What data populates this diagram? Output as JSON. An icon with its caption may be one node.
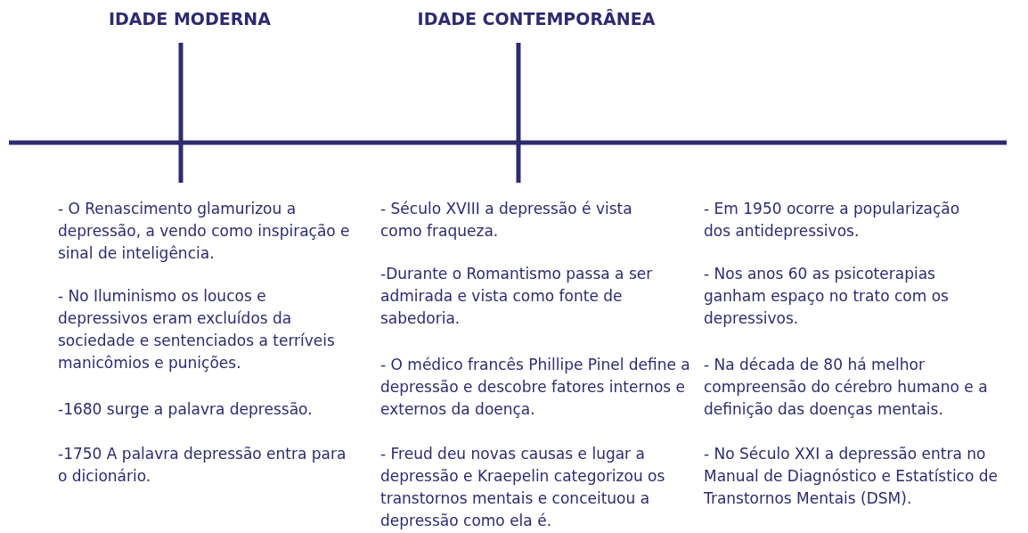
{
  "diagram": {
    "labels": [
      "IDADE MODERNA",
      "IDADE CONTEMPORÂNEA",
      "- O Renascimento glamurizou a depressão, a vendo como inspiração e sinal de inteligência.",
      "- No Iluminismo os loucos e depressivos eram excluídos da sociedade e sentenciados a terríveis manicômios e punições.",
      "-1680 surge a palavra depressão.",
      "-1750 A palavra depressão entra para o dicionário.",
      "- Século XVIII a depressão é vista como fraqueza.",
      "-Durante o Romantismo passa a ser admirada e vista como fonte de sabedoria.",
      "- O médico francês Phillipe Pinel define a depressão e descobre fatores internos e externos da doença.",
      "- Freud deu novas causas e lugar a depressão e Kraepelin categorizou os transtornos mentais e conceituou a depressão como ela é.",
      "- Em 1950 ocorre a popularização dos antidepressivos.",
      "- Nos anos 60 as psicoterapias ganham espaço no trato com os depressivos.",
      "- Na década de 80 há melhor compreensão do cérebro humano e a definição das doenças mentais.",
      "- No Século XXI a depressão entra no Manual de Diagnóstico e Estatístico de Transtornos Mentais (DSM)."
    ]
  }
}
